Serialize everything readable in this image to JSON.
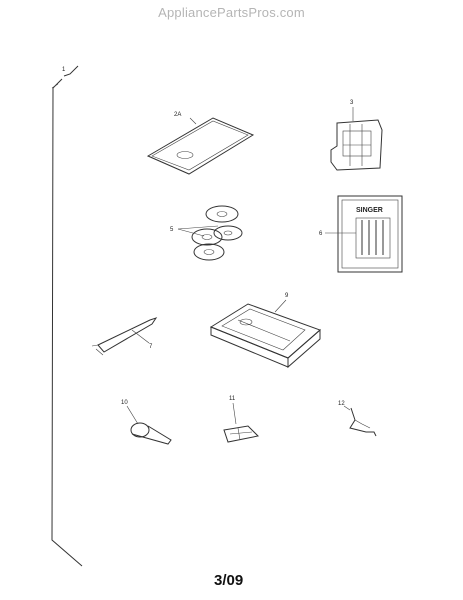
{
  "watermark": "AppliancePartsPros.com",
  "page_number": "3/09",
  "callouts": {
    "c1": "1",
    "c2a": "2A",
    "c3": "3",
    "c5": "5",
    "c6": "6",
    "c7": "7",
    "c9": "9",
    "c10": "10",
    "c11": "11",
    "c12": "12"
  },
  "needle_pack_brand": "SINGER"
}
